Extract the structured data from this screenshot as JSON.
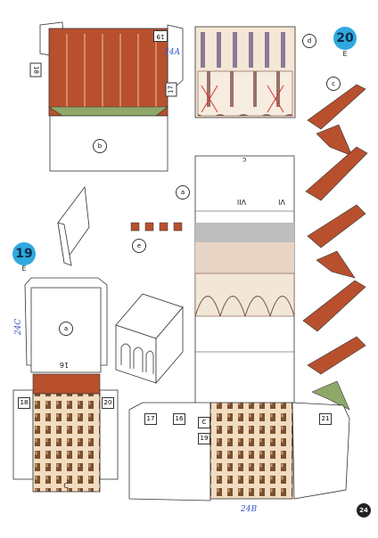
{
  "page": {
    "page_number": "24",
    "sheet_badges": [
      {
        "number": "20",
        "letter": "E"
      },
      {
        "number": "19",
        "letter": "E"
      }
    ],
    "handwritten_notes": [
      "24A",
      "24C",
      "24B"
    ]
  },
  "parts": {
    "roof_top": {
      "glue_tabs": [
        "19",
        "18",
        "17"
      ],
      "part_letter": "b"
    },
    "facade_d": {
      "part_letter": "d"
    },
    "strip_c": {
      "part_letter": "c"
    },
    "tall_part_a": {
      "part_letter": "a",
      "top_letter": "c",
      "roman_labels": [
        "VII",
        "VI"
      ]
    },
    "small_e": {
      "part_letter": "e"
    },
    "box_a": {
      "part_letter": "a",
      "tab": "16"
    },
    "bottom_left": {
      "tabs": [
        "18",
        "20"
      ],
      "bottom_letter": "C"
    },
    "bottom_right": {
      "tabs": [
        "17",
        "16",
        "21",
        "19"
      ],
      "part_letter": "C"
    }
  },
  "colors": {
    "roof_brown": "#b8502e",
    "tab_green": "#8fa86a",
    "badge_blue": "#2fa9df",
    "facade_peach": "#f2dcc0",
    "window_dark": "#7a5030",
    "grey_band": "#bdbdbd",
    "handwriting_blue": "#3a55c8"
  }
}
